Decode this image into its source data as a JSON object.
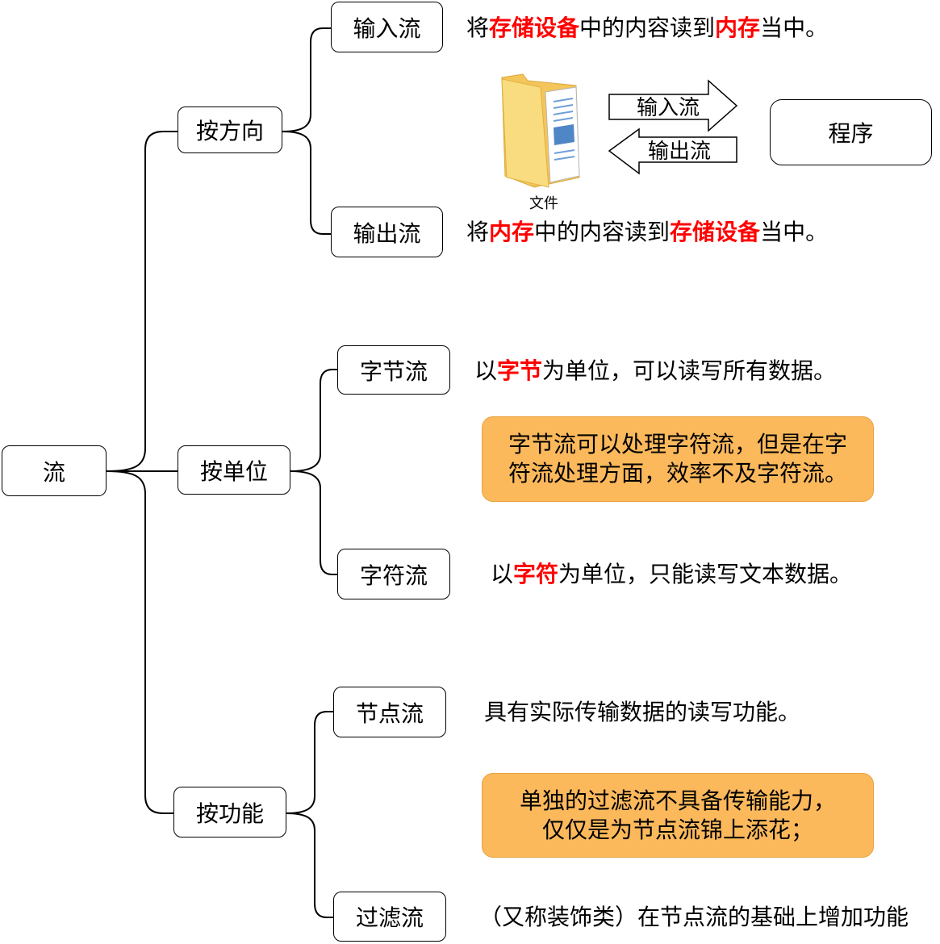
{
  "root": {
    "label": "流"
  },
  "direction": {
    "label": "按方向",
    "input": {
      "label": "输入流",
      "desc": [
        "将",
        "存储设备",
        "中的内容读到",
        "内存",
        "当中。"
      ]
    },
    "output": {
      "label": "输出流",
      "desc": [
        "将",
        "内存",
        "中的内容读到",
        "存储设备",
        "当中。"
      ]
    },
    "illustration": {
      "file_icon": "folder-icon",
      "file_label": "文件",
      "input_arrow": "输入流",
      "output_arrow": "输出流",
      "program_label": "程序"
    }
  },
  "unit": {
    "label": "按单位",
    "byte": {
      "label": "字节流",
      "desc": [
        "以",
        "字节",
        "为单位，可以读写所有数据。"
      ]
    },
    "note": [
      "字节流可以处理字符流，但是在字",
      "符流处理方面，效率不及字符流。"
    ],
    "char": {
      "label": "字符流",
      "desc": [
        "以",
        "字符",
        "为单位，只能读写文本数据。"
      ]
    }
  },
  "function": {
    "label": "按功能",
    "node": {
      "label": "节点流",
      "desc": [
        "具有实际传输数据的读写功能。"
      ]
    },
    "note": [
      "单独的过滤流不具备传输能力，",
      "仅仅是为节点流锦上添花；"
    ],
    "filter": {
      "label": "过滤流",
      "desc": [
        "（又称装饰类）在节点流的基础上增加功能"
      ]
    }
  },
  "colors": {
    "emphasis": "#ff0000",
    "note_fill": "#fbb95c",
    "note_border": "#e8a13f",
    "folder": "#f4c55a"
  }
}
